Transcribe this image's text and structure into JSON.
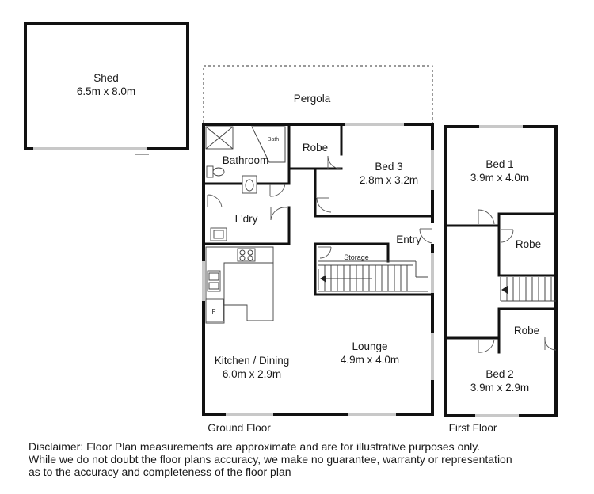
{
  "rooms": {
    "shed": {
      "name": "Shed",
      "size": "6.5m x 8.0m"
    },
    "pergola": {
      "name": "Pergola"
    },
    "bathroom": {
      "name": "Bathroom",
      "bath": "Bath"
    },
    "robe_ground": {
      "name": "Robe"
    },
    "bed3": {
      "name": "Bed 3",
      "size": "2.8m x 3.2m"
    },
    "laundry": {
      "name": "L'dry"
    },
    "entry": {
      "name": "Entry"
    },
    "storage": {
      "name": "Storage"
    },
    "kitchen": {
      "name": "Kitchen / Dining",
      "size": "6.0m x 2.9m",
      "fridge": "F"
    },
    "lounge": {
      "name": "Lounge",
      "size": "4.9m x 4.0m"
    },
    "bed1": {
      "name": "Bed 1",
      "size": "3.9m x 4.0m"
    },
    "robe_first_1": {
      "name": "Robe"
    },
    "robe_first_2": {
      "name": "Robe"
    },
    "bed2": {
      "name": "Bed 2",
      "size": "3.9m x 2.9m"
    }
  },
  "floors": {
    "ground": "Ground Floor",
    "first": "First Floor"
  },
  "disclaimer": {
    "line1": "Disclaimer: Floor Plan measurements are approximate and are for illustrative purposes only.",
    "line2": "While we do not doubt the floor plans accuracy, we make no guarantee, warranty or representation",
    "line3": "as to the accuracy and completeness of the floor plan"
  }
}
